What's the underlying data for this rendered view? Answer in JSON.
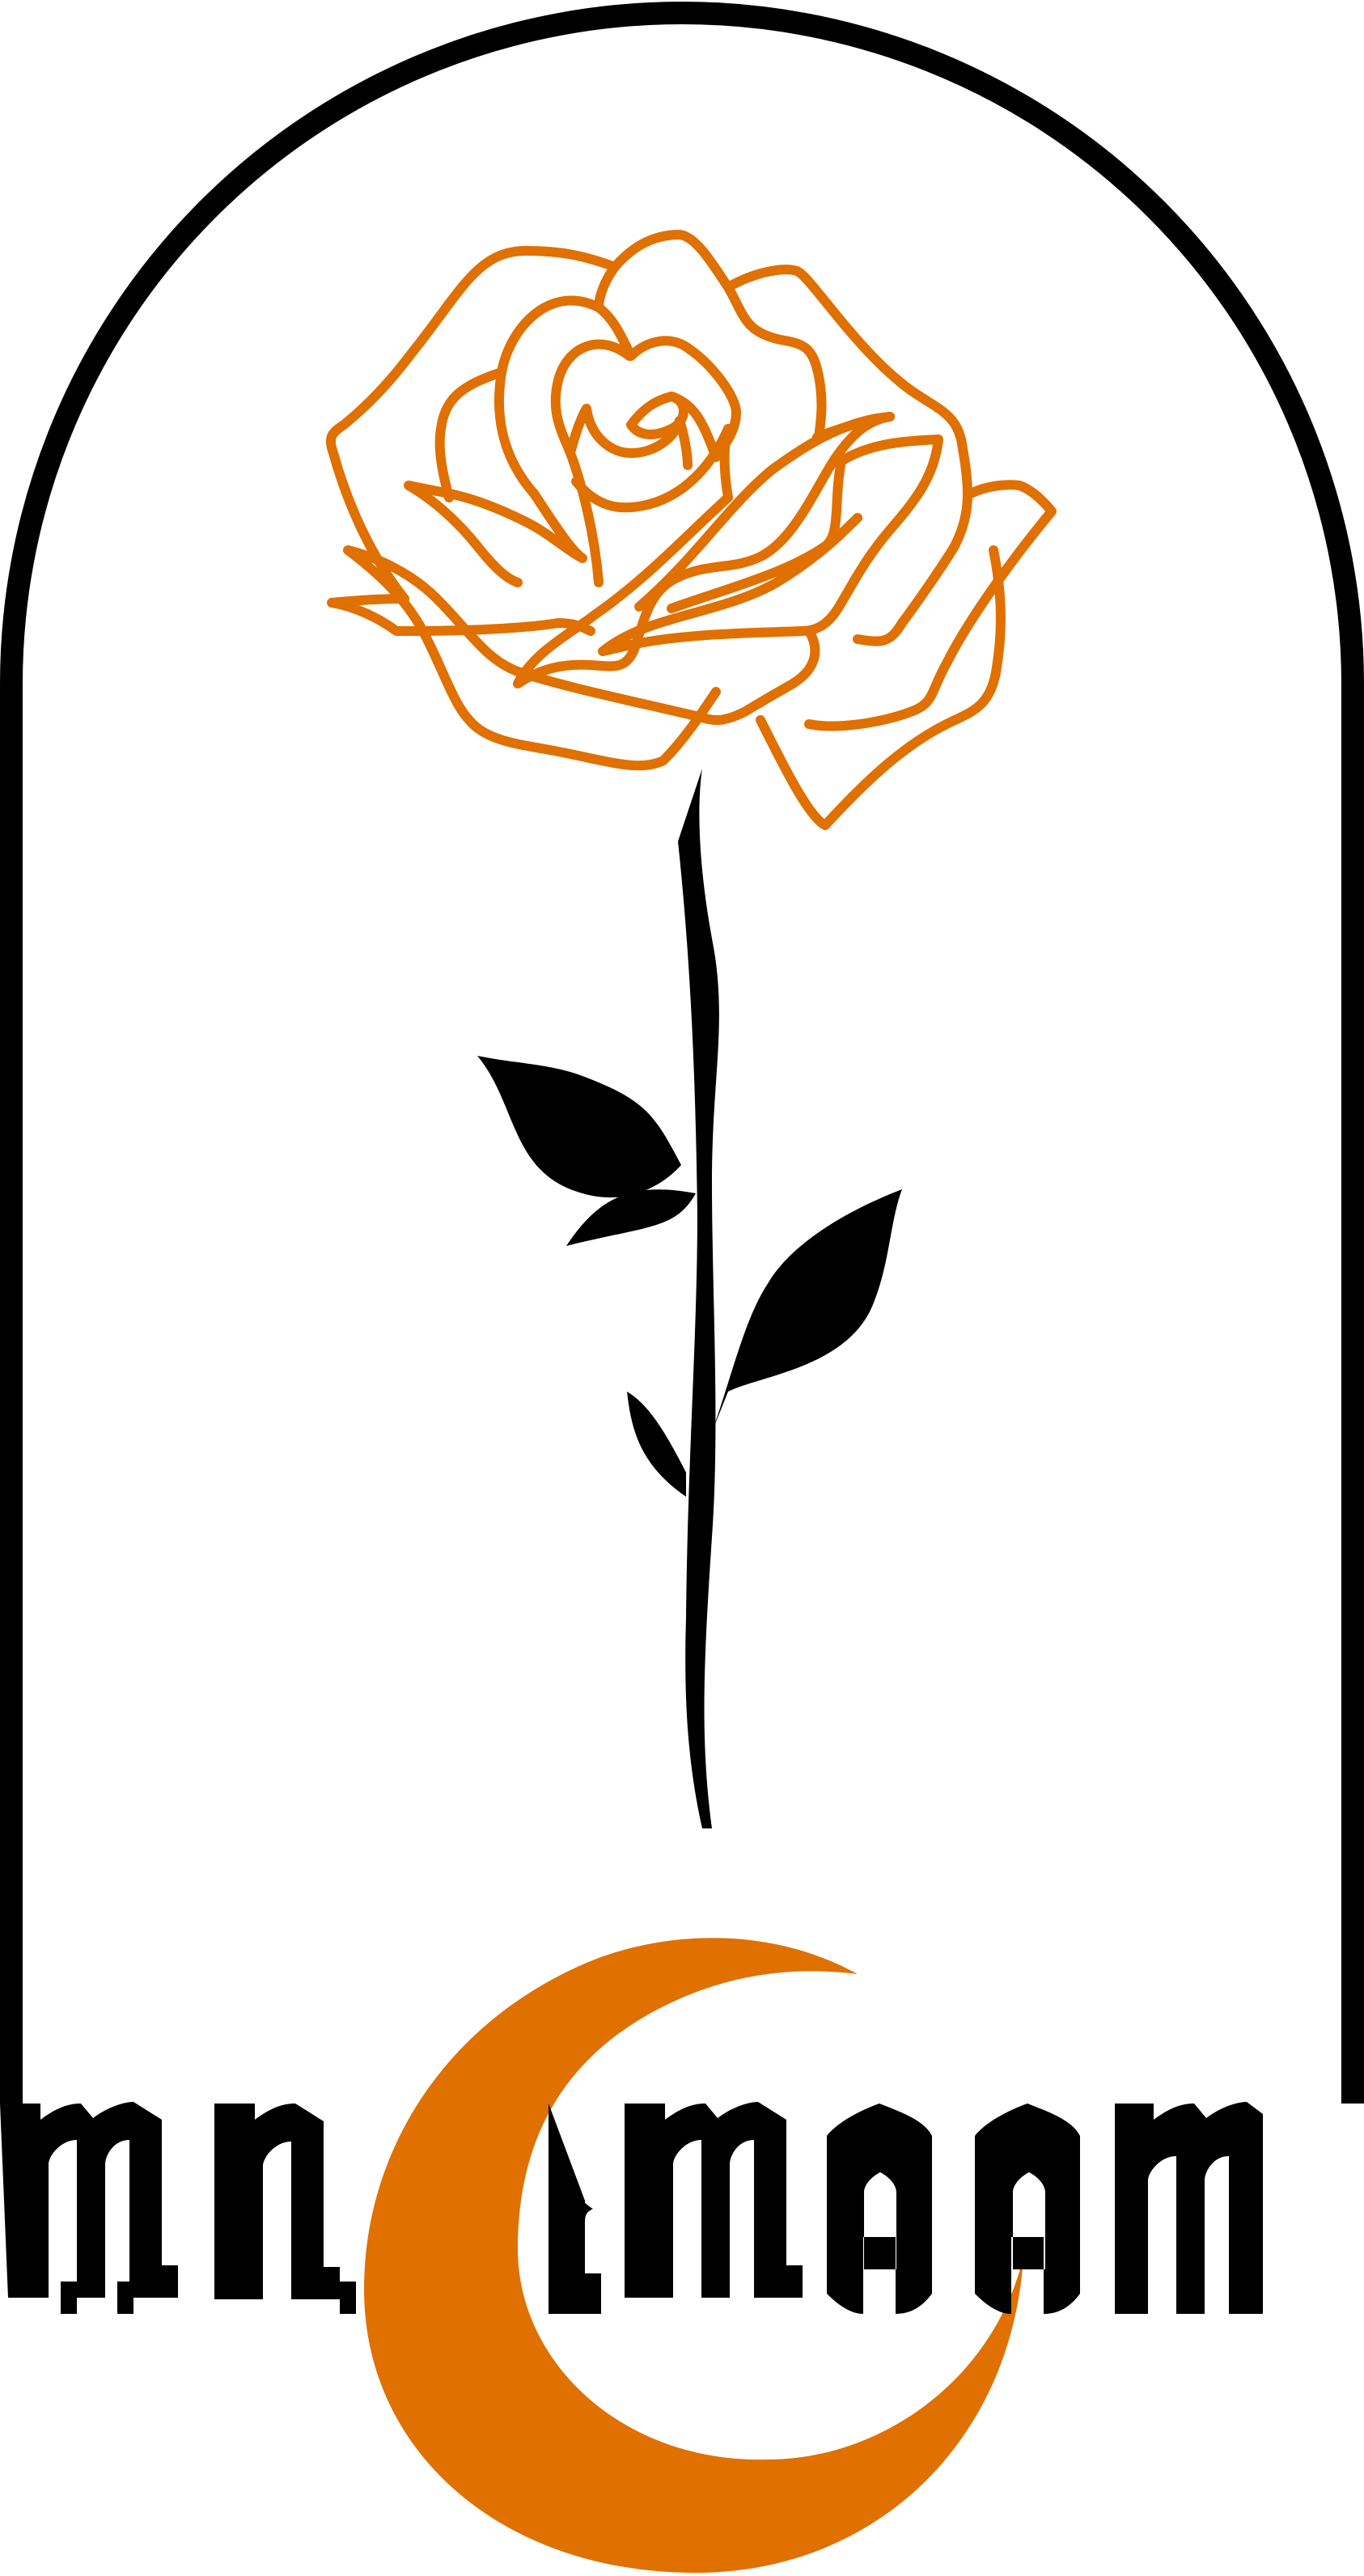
{
  "logo": {
    "text": "M.N. ILMAAM",
    "colors": {
      "primary": "#000000",
      "accent": "#e07000",
      "background": "#ffffff"
    },
    "elements": [
      "arch-frame",
      "rose",
      "stem",
      "leaves",
      "crescent-moon"
    ]
  }
}
